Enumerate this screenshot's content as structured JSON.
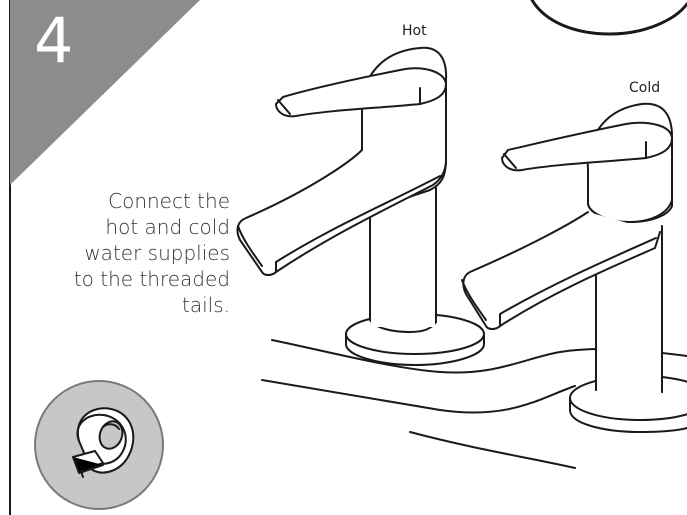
{
  "step": {
    "number": "4",
    "instruction_lines": [
      "Connect the",
      "hot and cold",
      "water supplies",
      "to the threaded",
      "tails."
    ]
  },
  "labels": {
    "hot": "Hot",
    "cold": "Cold"
  },
  "icons": {
    "badge": "ptfe-tape-icon",
    "main": "basin-taps-illustration"
  },
  "colors": {
    "step_corner": "#8c8c8c",
    "badge_fill": "#c8c6c6",
    "line": "#1a1a1a"
  }
}
